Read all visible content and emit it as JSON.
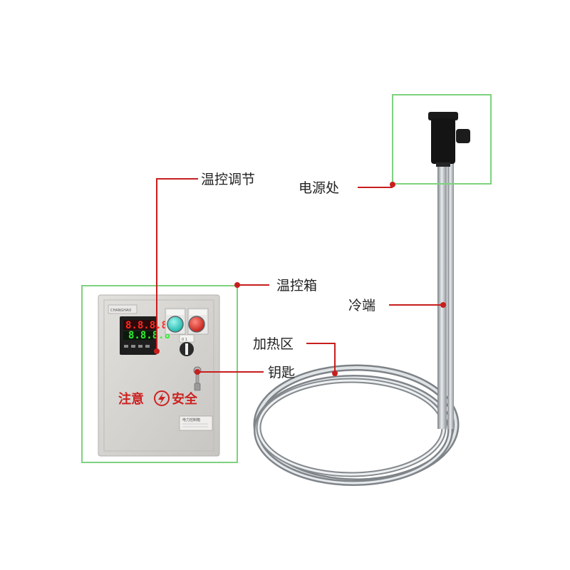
{
  "labels": {
    "temp_adjust": "温控调节",
    "power": "电源处",
    "control_box": "温控箱",
    "cold_end": "冷端",
    "heating_zone": "加热区",
    "key": "钥匙"
  },
  "panel": {
    "brand": "CHANGHAO",
    "controller_pv": "8.8.8.8",
    "controller_sv": "8.8.8.8",
    "switch_label": "0 1",
    "warning_left": "注意",
    "warning_right": "安全",
    "nameplate": "电力控制箱"
  },
  "colors": {
    "frame_green": "#7ed27e",
    "callout_red": "#c81e1e",
    "green_button": "#1fd0c0",
    "red_button": "#e0241c",
    "warning_red": "#cc2222",
    "box_gray": "#d6d4d0"
  },
  "icons": [
    "lightning-warning-icon",
    "key-icon",
    "green-indicator-button",
    "red-indicator-button",
    "rotary-switch"
  ]
}
